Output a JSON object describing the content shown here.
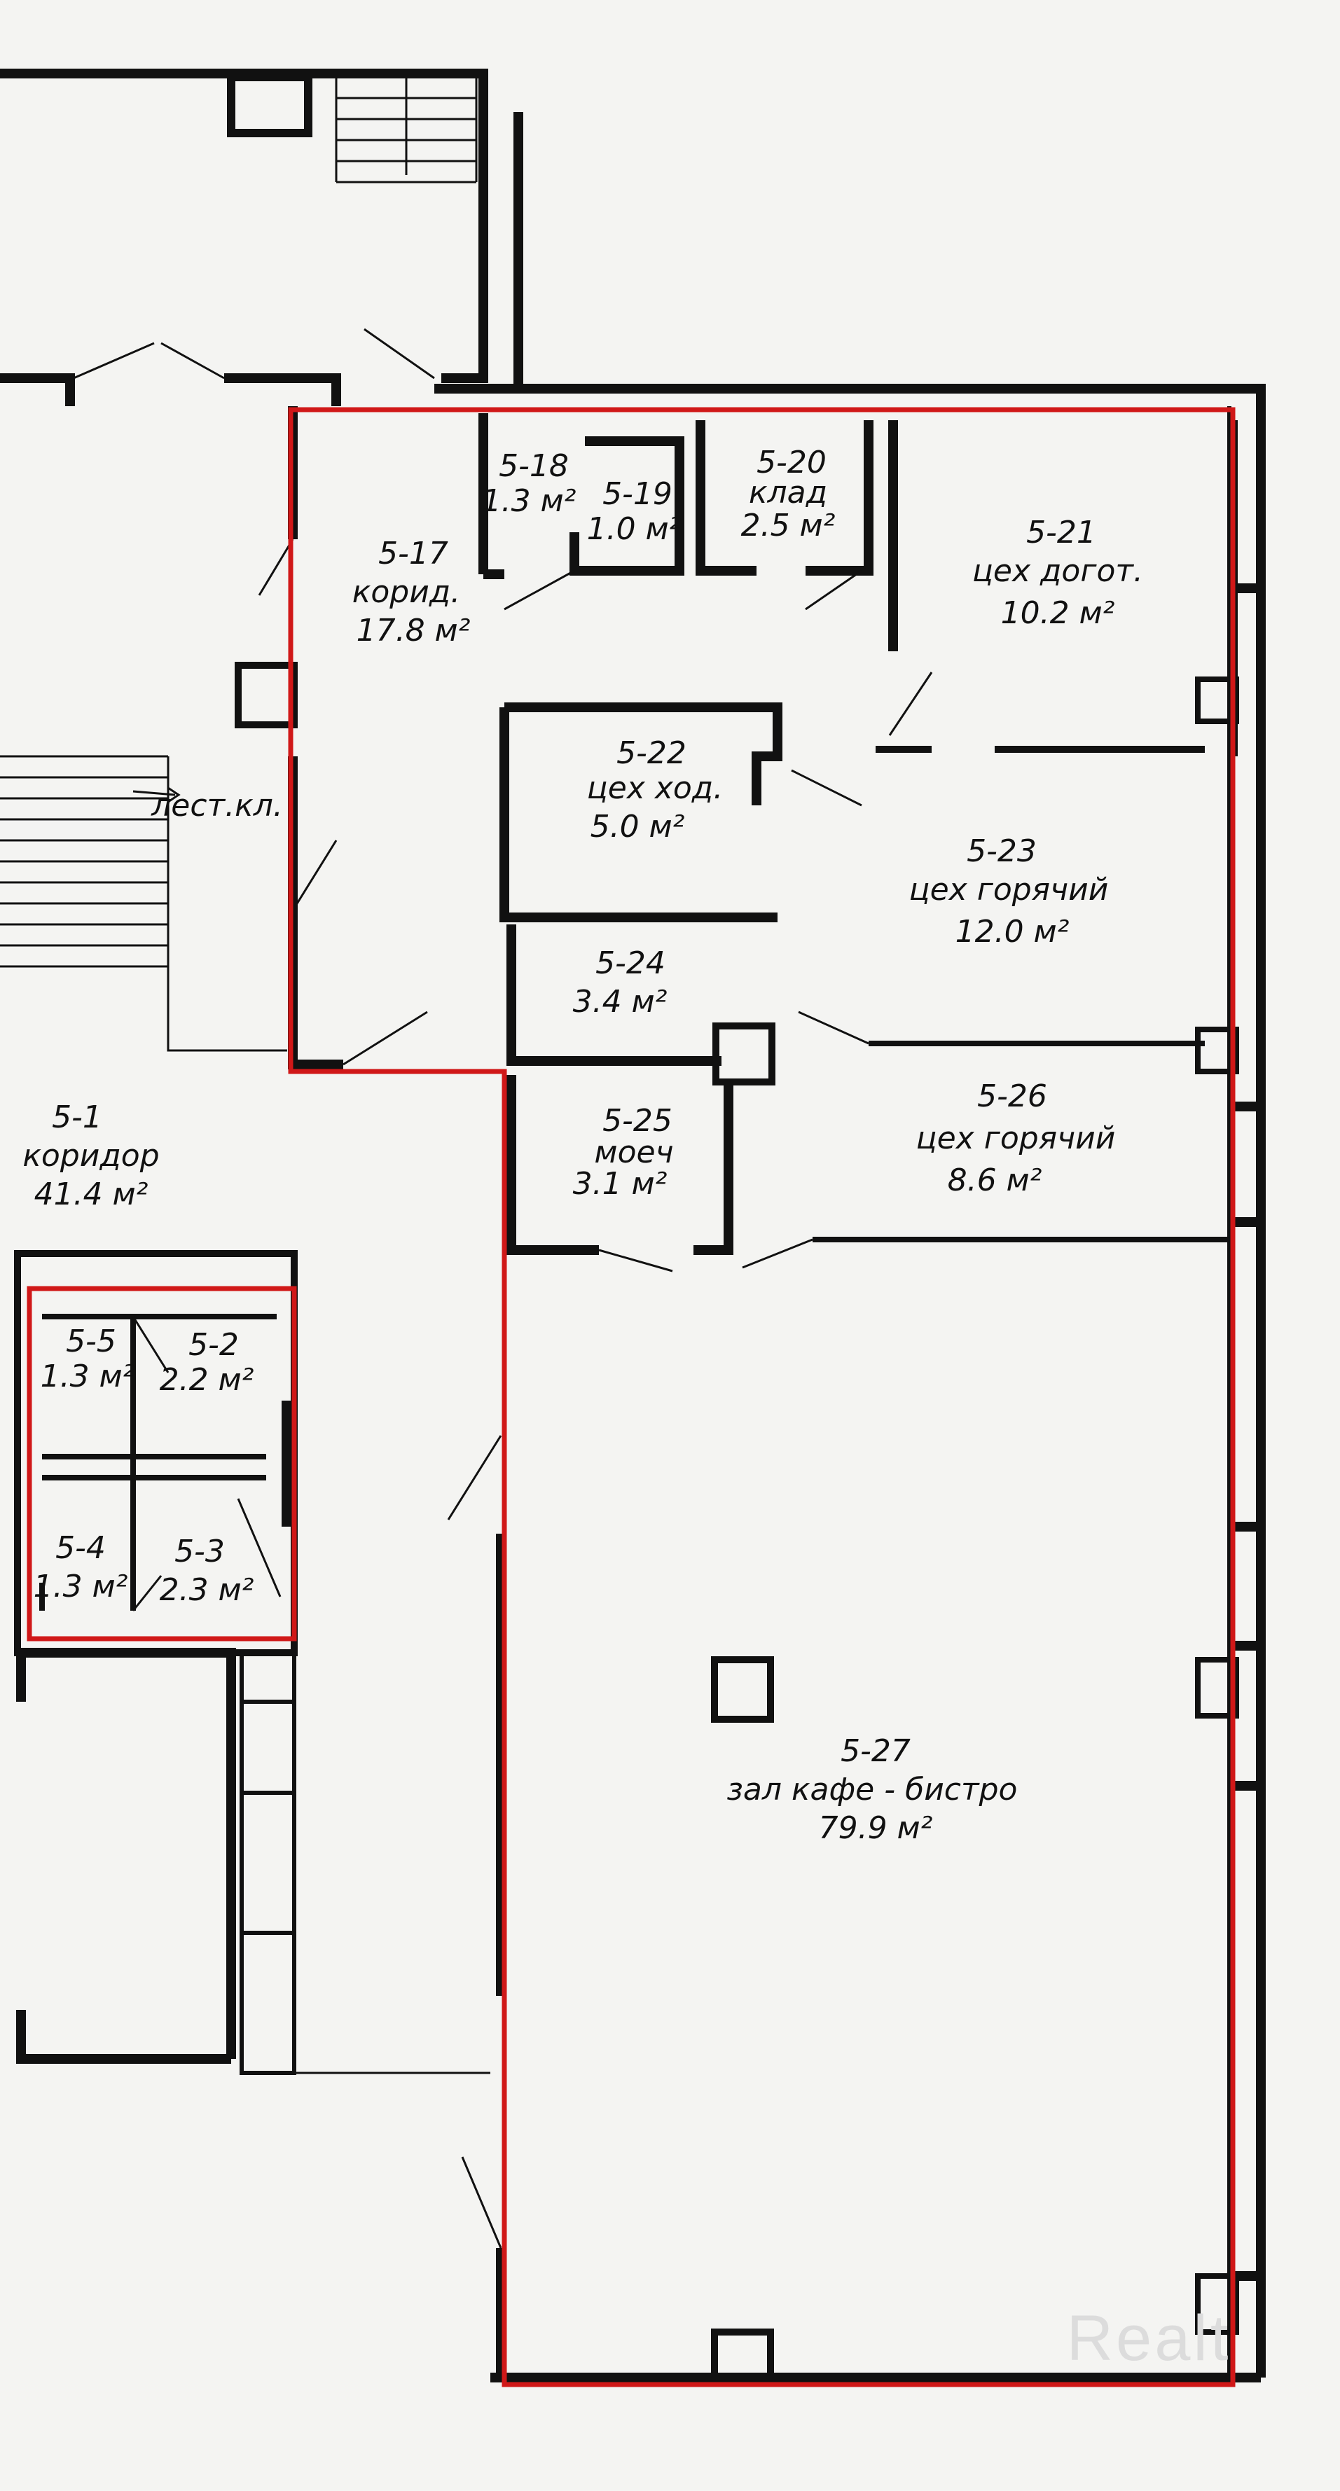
{
  "colors": {
    "background": "#f4f4f2",
    "walls": "#111111",
    "highlight": "#d01818",
    "watermark": "#dcdcdc"
  },
  "stair_label": "лест.кл.",
  "watermark": "Realt",
  "rooms": [
    {
      "id": "5-1",
      "name": "коридор",
      "area": "41.4 м²"
    },
    {
      "id": "5-2",
      "name": "",
      "area": "2.2 м²"
    },
    {
      "id": "5-3",
      "name": "",
      "area": "2.3 м²"
    },
    {
      "id": "5-4",
      "name": "",
      "area": "1.3 м²"
    },
    {
      "id": "5-5",
      "name": "",
      "area": "1.3 м²"
    },
    {
      "id": "5-17",
      "name": "корид.",
      "area": "17.8 м²"
    },
    {
      "id": "5-18",
      "name": "",
      "area": "1.3 м²"
    },
    {
      "id": "5-19",
      "name": "",
      "area": "1.0 м²"
    },
    {
      "id": "5-20",
      "name": "клад",
      "area": "2.5 м²"
    },
    {
      "id": "5-21",
      "name": "цех догот.",
      "area": "10.2 м²"
    },
    {
      "id": "5-22",
      "name": "цех ход.",
      "area": "5.0 м²"
    },
    {
      "id": "5-23",
      "name": "цех горячий",
      "area": "12.0 м²"
    },
    {
      "id": "5-24",
      "name": "",
      "area": "3.4 м²"
    },
    {
      "id": "5-25",
      "name": "моеч",
      "area": "3.1 м²"
    },
    {
      "id": "5-26",
      "name": "цех горячий",
      "area": "8.6 м²"
    },
    {
      "id": "5-27",
      "name": "зал кафе - бистро",
      "area": "79.9 м²"
    }
  ]
}
